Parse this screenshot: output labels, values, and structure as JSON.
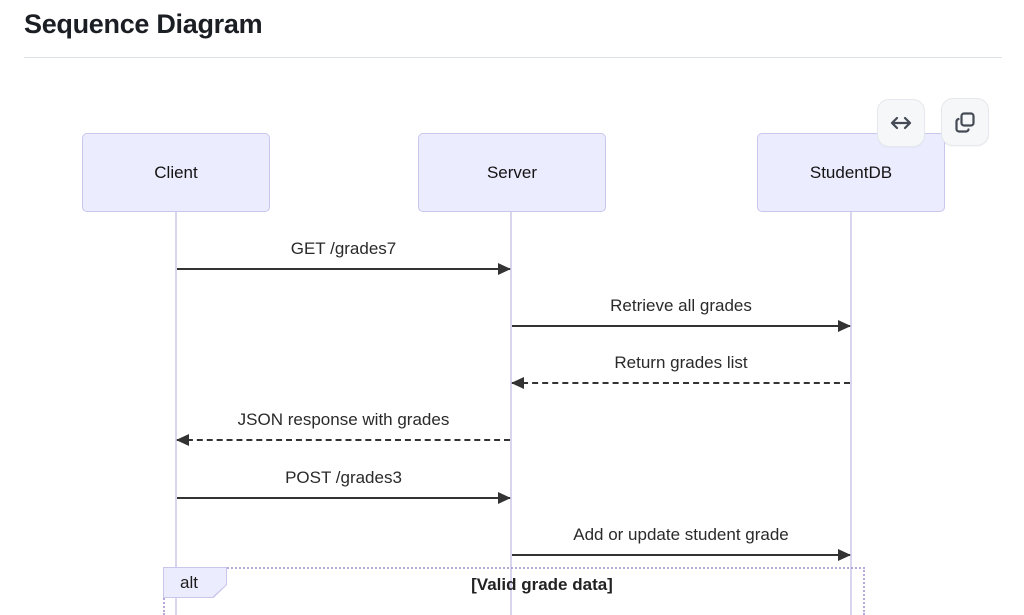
{
  "page": {
    "title": "Sequence Diagram"
  },
  "toolbar": {
    "resize_button": {
      "icon": "left-right-arrow-icon",
      "label": ""
    },
    "copy_button": {
      "icon": "copy-icon",
      "label": ""
    }
  },
  "diagram": {
    "type": "sequence",
    "actors": [
      {
        "name": "Client"
      },
      {
        "name": "Server"
      },
      {
        "name": "StudentDB"
      }
    ],
    "messages": [
      {
        "from": "Client",
        "to": "Server",
        "label": "GET /grades7",
        "line": "solid",
        "direction": "right"
      },
      {
        "from": "Server",
        "to": "StudentDB",
        "label": "Retrieve all grades",
        "line": "solid",
        "direction": "right"
      },
      {
        "from": "StudentDB",
        "to": "Server",
        "label": "Return grades list",
        "line": "dashed",
        "direction": "left"
      },
      {
        "from": "Server",
        "to": "Client",
        "label": "JSON response with grades",
        "line": "dashed",
        "direction": "left"
      },
      {
        "from": "Client",
        "to": "Server",
        "label": "POST /grades3",
        "line": "solid",
        "direction": "right"
      },
      {
        "from": "Server",
        "to": "StudentDB",
        "label": "Add or update student grade",
        "line": "solid",
        "direction": "right"
      }
    ],
    "frame": {
      "kind": "alt",
      "label": "alt",
      "condition": "[Valid grade data]"
    }
  },
  "colors": {
    "actor_fill": "#ececff",
    "actor_border": "#c9c6ec",
    "lifeline": "#d9d5ee",
    "arrow": "#333333",
    "frame_border": "#b7a8dd",
    "title_text": "#1b1f24",
    "button_bg": "#f5f7f9",
    "icon": "#444b54"
  }
}
